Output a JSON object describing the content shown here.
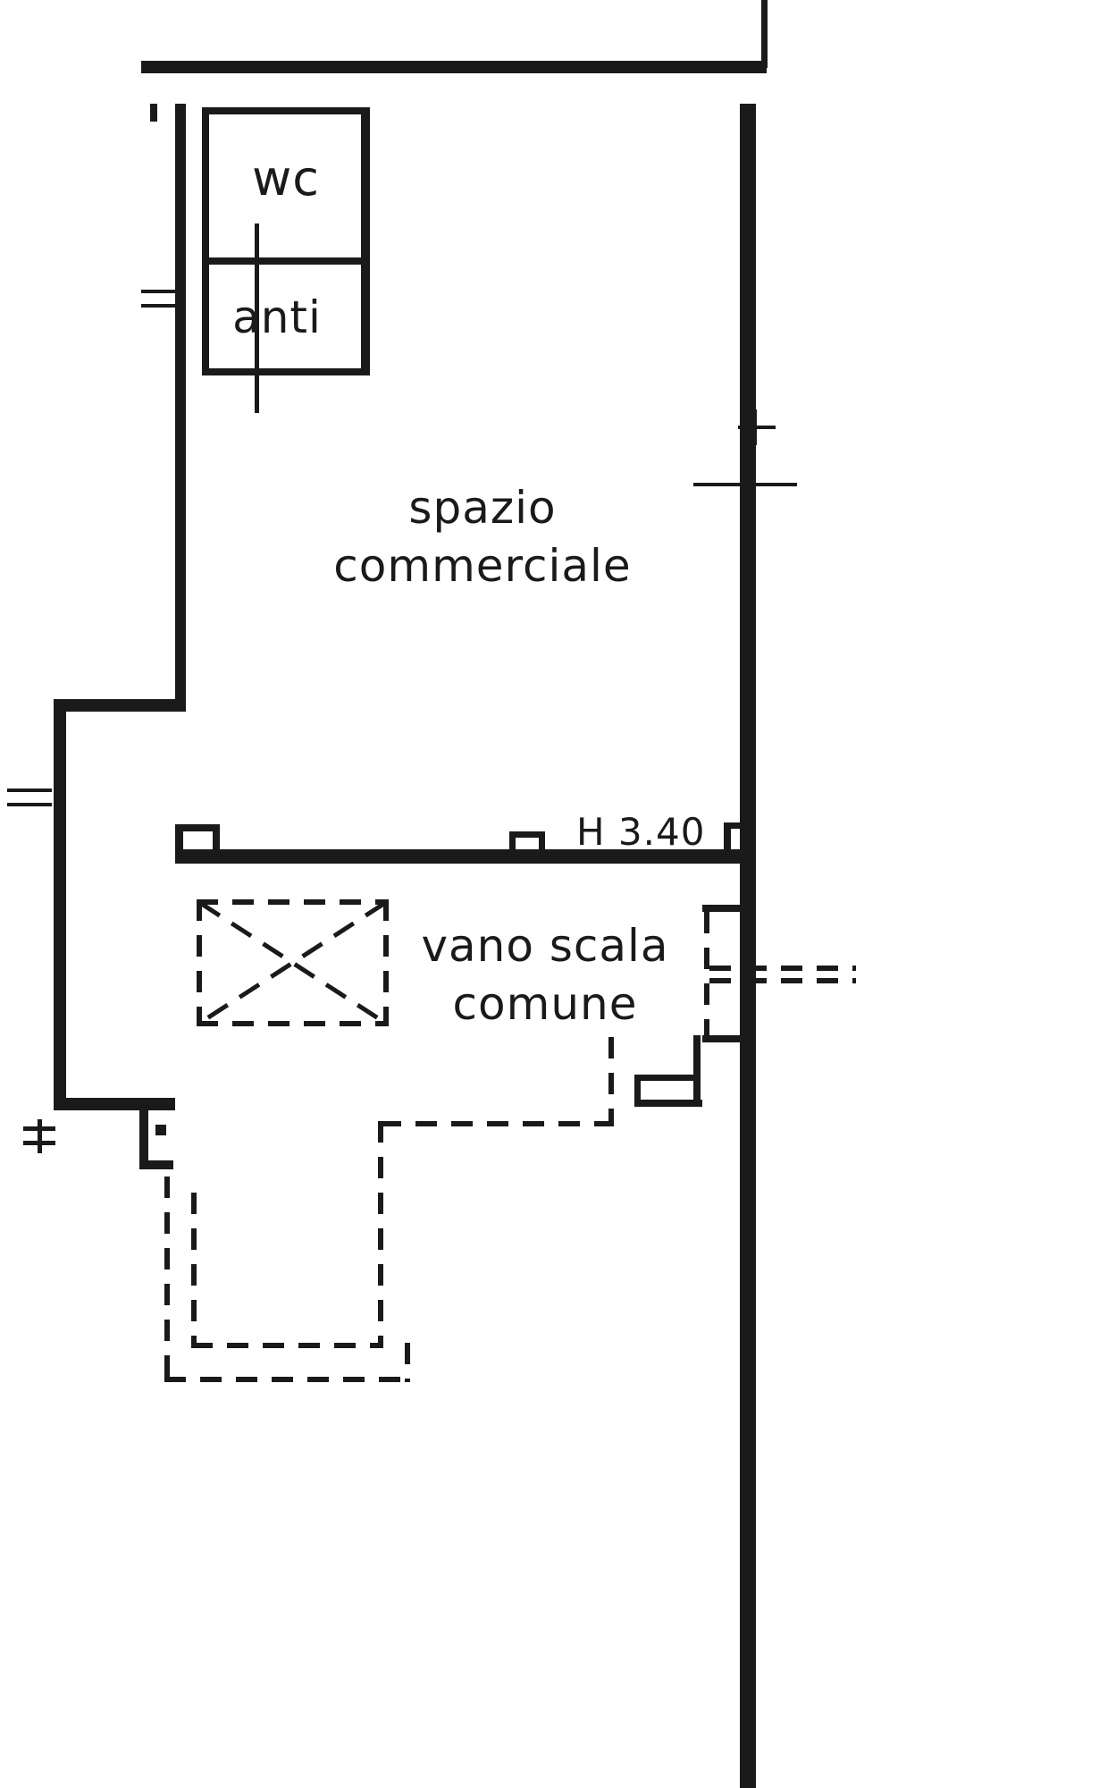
{
  "colors": {
    "ink": "#1a1a1a",
    "paper": "#ffffff"
  },
  "floorplan": {
    "rooms": {
      "wc": {
        "label": "wc"
      },
      "anti": {
        "label": "anti"
      },
      "spazio_commerciale": {
        "line1": "spazio",
        "line2": "commerciale"
      },
      "vano_scala_comune": {
        "line1": "vano scala",
        "line2": "comune"
      }
    },
    "annotations": {
      "ceiling_height": "H 3.40"
    }
  }
}
